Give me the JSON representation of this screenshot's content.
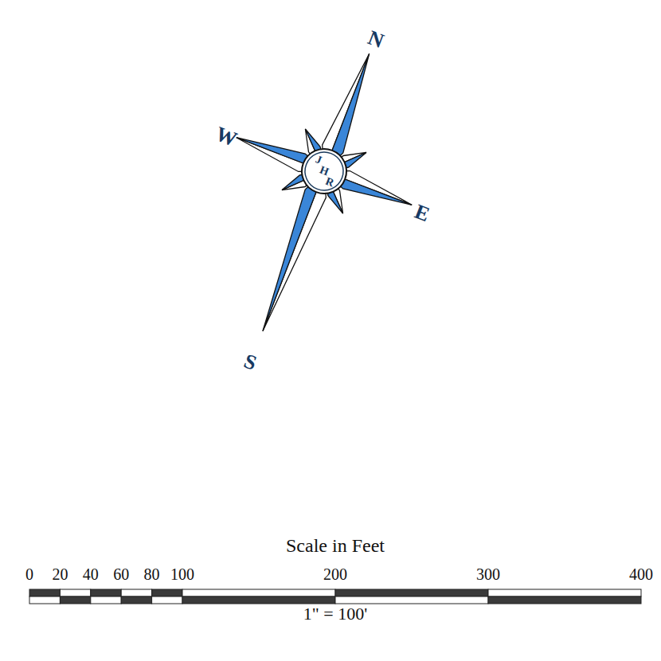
{
  "diagram": {
    "labels": [
      "N",
      "W",
      "J",
      "H",
      "R",
      "E",
      "S",
      "Scale in Feet",
      "0",
      "20",
      "40",
      "60",
      "80",
      "100",
      "200",
      "300",
      "400",
      "1\" = 100'"
    ]
  }
}
